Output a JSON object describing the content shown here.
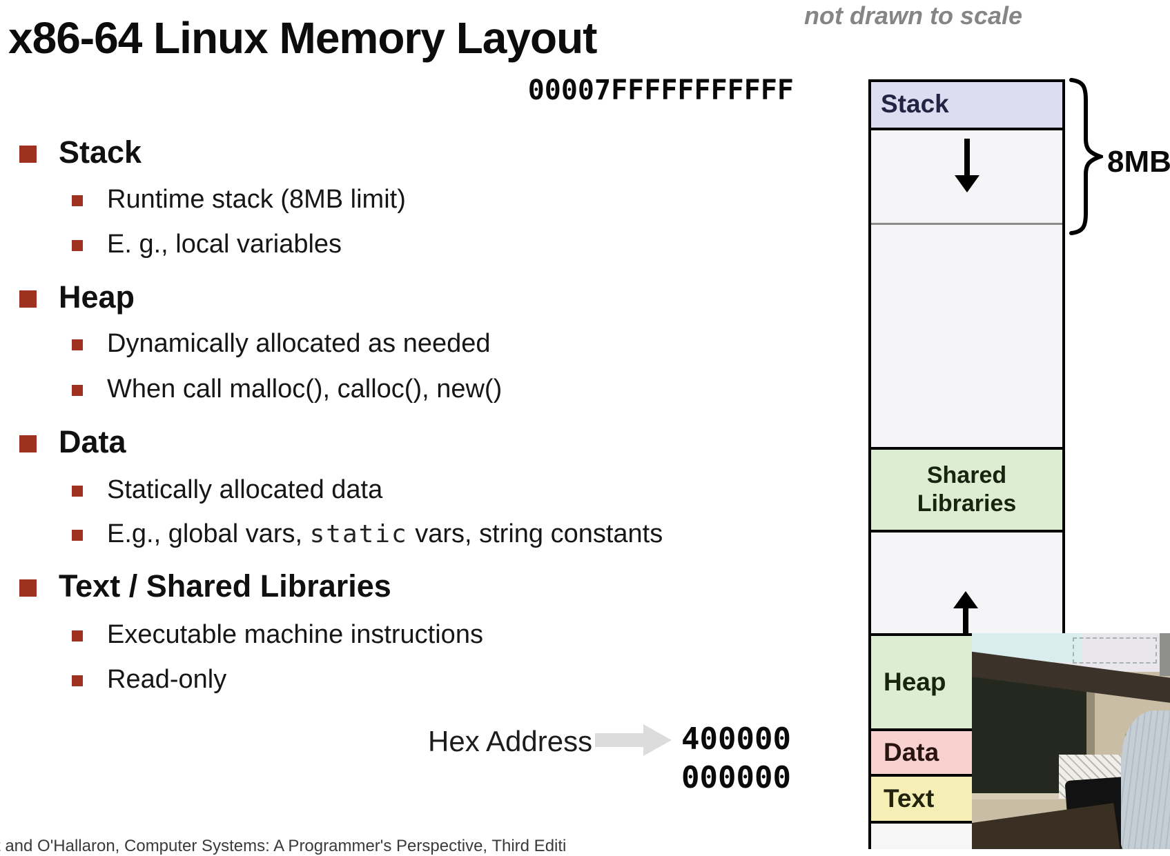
{
  "slide": {
    "title": "x86-64 Linux Memory Layout",
    "scale_note": "not drawn to scale",
    "citation": "t and O'Hallaron, Computer Systems: A Programmer's Perspective, Third Editi"
  },
  "bullets": {
    "stack": {
      "title": "Stack",
      "item1": "Runtime stack (8MB limit)",
      "item2": "E. g., local variables"
    },
    "heap": {
      "title": "Heap",
      "item1": "Dynamically allocated as needed",
      "item2": "When call  malloc(), calloc(), new()"
    },
    "data": {
      "title": "Data",
      "item1": "Statically allocated data",
      "item2_prefix": "E.g., global vars, ",
      "item2_code": "static",
      "item2_suffix": " vars, string constants"
    },
    "text": {
      "title": "Text  / Shared Libraries",
      "item1": "Executable machine instructions",
      "item2": "Read-only"
    }
  },
  "diagram": {
    "top_address": "00007FFFFFFFFFFF",
    "segments": {
      "stack": "Stack",
      "shared": "Shared Libraries",
      "heap": "Heap",
      "data": "Data",
      "text": "Text"
    },
    "size_label": "8MB",
    "hex_address_label": "Hex Address",
    "base_address_line1": "400000",
    "base_address_line2": "000000",
    "colors": {
      "stack_bg": "#dcddf0",
      "shared_bg": "#dcedd2",
      "heap_bg": "#dcedd2",
      "data_bg": "#f7d2ce",
      "text_bg": "#f5efb5",
      "bullet_square": "#9e3120",
      "scale_note_text": "#858585",
      "hex_arrow": "#dcdcdc"
    }
  }
}
